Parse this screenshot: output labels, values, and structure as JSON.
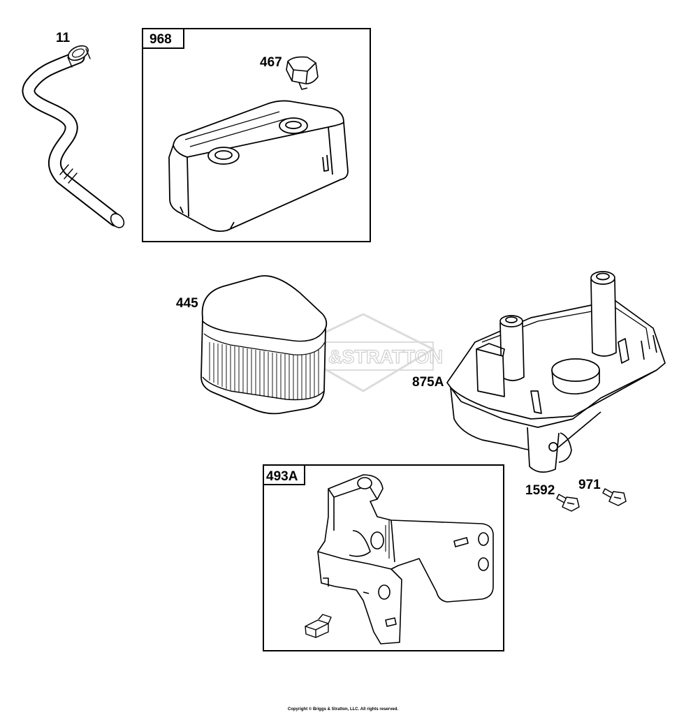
{
  "diagram": {
    "watermark": "&STRATTON",
    "copyright": "Copyright © Briggs & Stratton, LLC. All rights reserved."
  },
  "callouts": {
    "c11": "11",
    "c968": "968",
    "c467": "467",
    "c445": "445",
    "c875A": "875A",
    "c493A": "493A",
    "c1592": "1592",
    "c971": "971"
  }
}
